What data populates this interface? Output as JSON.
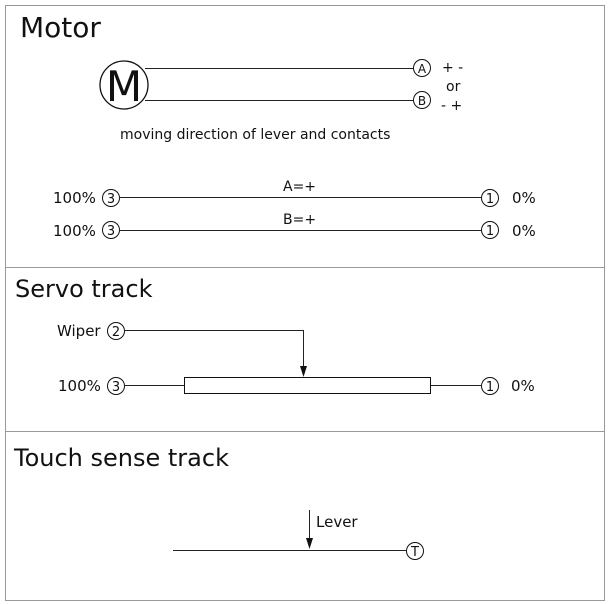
{
  "motor": {
    "title": "Motor",
    "symbol": "M",
    "terminal_a": "A",
    "terminal_b": "B",
    "polarity_top": "+ -",
    "polarity_or": "or",
    "polarity_bottom": "- +",
    "caption": "moving direction of lever and contacts",
    "tracks": [
      {
        "left": "100%",
        "left_terminal": "3",
        "label": "A=+",
        "right_terminal": "1",
        "right": "0%"
      },
      {
        "left": "100%",
        "left_terminal": "3",
        "label": "B=+",
        "right_terminal": "1",
        "right": "0%"
      }
    ]
  },
  "servo": {
    "title": "Servo track",
    "wiper_label": "Wiper",
    "wiper_terminal": "2",
    "left": "100%",
    "left_terminal": "3",
    "right_terminal": "1",
    "right": "0%"
  },
  "touch": {
    "title": "Touch sense track",
    "lever_label": "Lever",
    "terminal": "T"
  }
}
